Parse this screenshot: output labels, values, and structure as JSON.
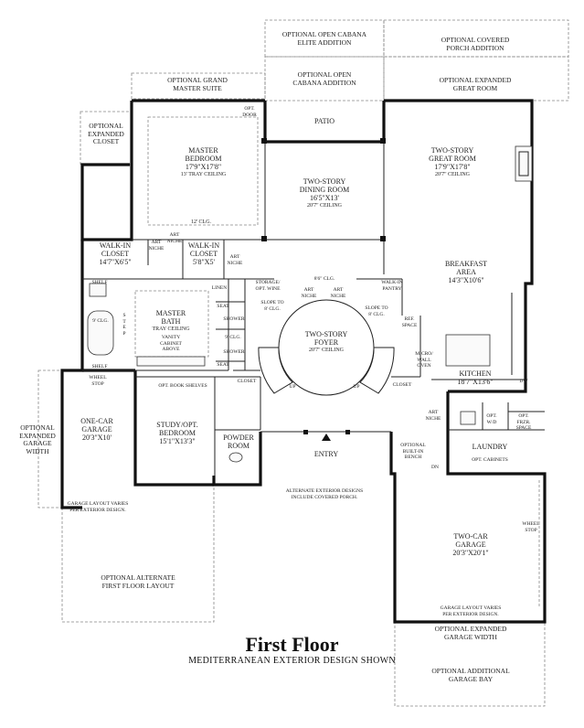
{
  "title": "First Floor",
  "subtitle": "MEDITERRANEAN EXTERIOR DESIGN SHOWN",
  "labels": {
    "opt_open_cabana_elite": "OPTIONAL OPEN CABANA\nELITE ADDITION",
    "opt_covered_porch": "OPTIONAL COVERED\nPORCH ADDITION",
    "opt_grand_master": "OPTIONAL GRAND\nMASTER SUITE",
    "opt_open_cabana": "OPTIONAL OPEN\nCABANA ADDITION",
    "opt_expanded_great": "OPTIONAL EXPANDED\nGREAT ROOM",
    "opt_expanded_closet": "OPTIONAL\nEXPANDED\nCLOSET",
    "opt_door": "OPT.\nDOOR",
    "patio": "PATIO",
    "master_bedroom": "MASTER\nBEDROOM\n17'9\"X17'8\"",
    "master_bedroom_ceiling": "13' TRAY CEILING",
    "dining_room": "TWO-STORY\nDINING ROOM\n16'5\"X13'",
    "dining_ceiling": "20'7\" CEILING",
    "great_room": "TWO-STORY\nGREAT ROOM\n17'9\"X17'8\"",
    "great_ceiling": "20'7\" CEILING",
    "clg_12": "12' CLG.",
    "art_niche_1": "ART\nNICHE",
    "art_niche_2": "ART\nNICHE",
    "art_niche_3": "ART\nNICHE",
    "art_niche_4": "ART\nNICHE",
    "art_niche_5": "ART\nNICHE",
    "art_niche_6": "ART\nNICHE",
    "walkin_closet_1": "WALK-IN\nCLOSET\n14'7\"X6'5\"",
    "walkin_closet_2": "WALK-IN\nCLOSET\n5'8\"X5'",
    "breakfast": "BREAKFAST\nAREA\n14'3\"X10'6\"",
    "storage": "STORAGE/\nOPT. WINE",
    "clg_86": "8'6\" CLG.",
    "walkin_pantry": "WALK-IN\nPANTRY",
    "linen": "LINEN",
    "slope_1": "SLOPE TO\n8' CLG.",
    "slope_2": "SLOPE TO\n8' CLG.",
    "ref_space": "REF.\nSPACE",
    "shelf_1": "SHELF",
    "shelf_2": "SHELF",
    "clg_9": "9' CLG.",
    "master_bath": "MASTER\nBATH",
    "tray_ceiling": "TRAY CEILING",
    "vanity": "VANITY\nCABINET\nABOVE",
    "step": "S\nT\nE\nP",
    "seat_1": "SEAT",
    "seat_2": "SEAT",
    "shower_1": "SHOWER",
    "shower_2": "SHOWER",
    "clg_9b": "9' CLG.",
    "foyer": "TWO-STORY\nFOYER",
    "foyer_ceiling": "20'7\" CEILING",
    "micro_wall_oven": "MICRO/\nWALL\nOVEN",
    "kitchen": "KITCHEN\n18'7\"X13'6\"",
    "dw": "DW",
    "wheel_stop_1": "WHEEL\nSTOP",
    "opt_book_shelves": "OPT. BOOK SHELVES",
    "closet_1": "CLOSET",
    "closet_2": "CLOSET",
    "up_1": "UP",
    "up_2": "UP",
    "opt_wd": "OPT.\nW/D",
    "opt_frzr": "OPT.\nFRZR.\nSPACE",
    "opt_expanded_garage_width": "OPTIONAL\nEXPANDED\nGARAGE\nWIDTH",
    "one_car_garage": "ONE-CAR\nGARAGE\n20'3\"X10'",
    "study": "STUDY/OPT.\nBEDROOM\n15'1\"X13'3\"",
    "powder": "POWDER\nROOM",
    "entry": "ENTRY",
    "opt_built_in": "OPTIONAL\nBUILT-IN\nBENCH",
    "laundry": "LAUNDRY",
    "opt_cabinets": "OPT. CABINETS",
    "dn": "DN",
    "garage_layout_1": "GARAGE LAYOUT VARIES\nPER EXTERIOR DESIGN.",
    "alt_exterior": "ALTERNATE EXTERIOR DESIGNS\nINCLUDE COVERED PORCH.",
    "wheel_stop_2": "WHEEL\nSTOP",
    "two_car_garage": "TWO-CAR\nGARAGE\n20'3\"X20'1\"",
    "opt_alt_first_floor": "OPTIONAL ALTERNATE\nFIRST FLOOR LAYOUT",
    "garage_layout_2": "GARAGE LAYOUT VARIES\nPER EXTERIOR DESIGN.",
    "opt_expanded_garage_width_2": "OPTIONAL EXPANDED\nGARAGE WIDTH",
    "opt_additional_garage_bay": "OPTIONAL ADDITIONAL\nGARAGE BAY"
  }
}
